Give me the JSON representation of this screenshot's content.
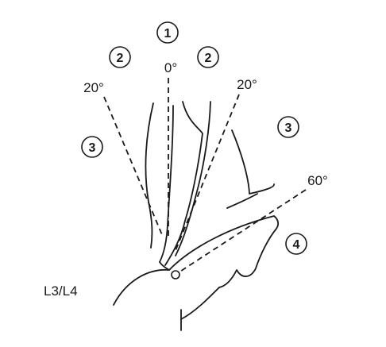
{
  "zones": [
    "1",
    "2",
    "2",
    "3",
    "3",
    "4"
  ],
  "angles": {
    "center": "0°",
    "left": "20°",
    "right": "20°",
    "lateral": "60°"
  },
  "level_label": "L3/L4"
}
